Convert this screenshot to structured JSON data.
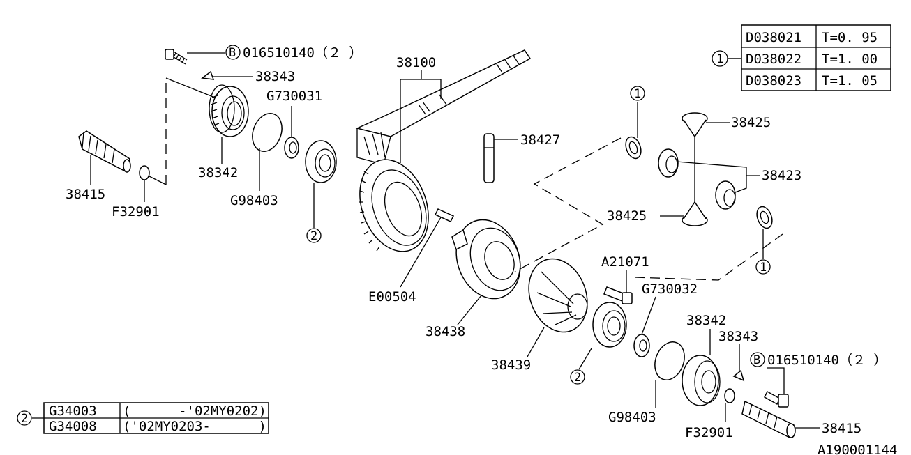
{
  "callouts": {
    "c38343_top": "38343",
    "bolt_top": "016510140（２ ）",
    "c38100": "38100",
    "c38342_top": "38342",
    "g730031": "G730031",
    "c38415_left": "38415",
    "f32901_left": "F32901",
    "g98403_top": "G98403",
    "c38427": "38427",
    "c38425_top": "38425",
    "c38423": "38423",
    "c38425_mid": "38425",
    "e00504": "E00504",
    "c38438": "38438",
    "a21071": "A21071",
    "g730032": "G730032",
    "c38439": "38439",
    "c38342_bottom": "38342",
    "c38343_bottom": "38343",
    "bolt_bottom": "016510140（２ ）",
    "g98403_bottom": "G98403",
    "f32901_bottom": "F32901",
    "c38415_bottom": "38415",
    "diagram_id": "A190001144"
  },
  "markers": {
    "b": "B",
    "one": "1",
    "two": "2"
  },
  "shim_table": {
    "marker": "1",
    "rows": [
      {
        "part": "D038021",
        "spec": "T=0. 95"
      },
      {
        "part": "D038022",
        "spec": "T=1. 00"
      },
      {
        "part": "D038023",
        "spec": "T=1. 05"
      }
    ]
  },
  "bearing_table": {
    "marker": "2",
    "rows": [
      {
        "part": "G34003",
        "range": "(      -'02MY0202)"
      },
      {
        "part": "G34008",
        "range": "('02MY0203-      )"
      }
    ]
  }
}
